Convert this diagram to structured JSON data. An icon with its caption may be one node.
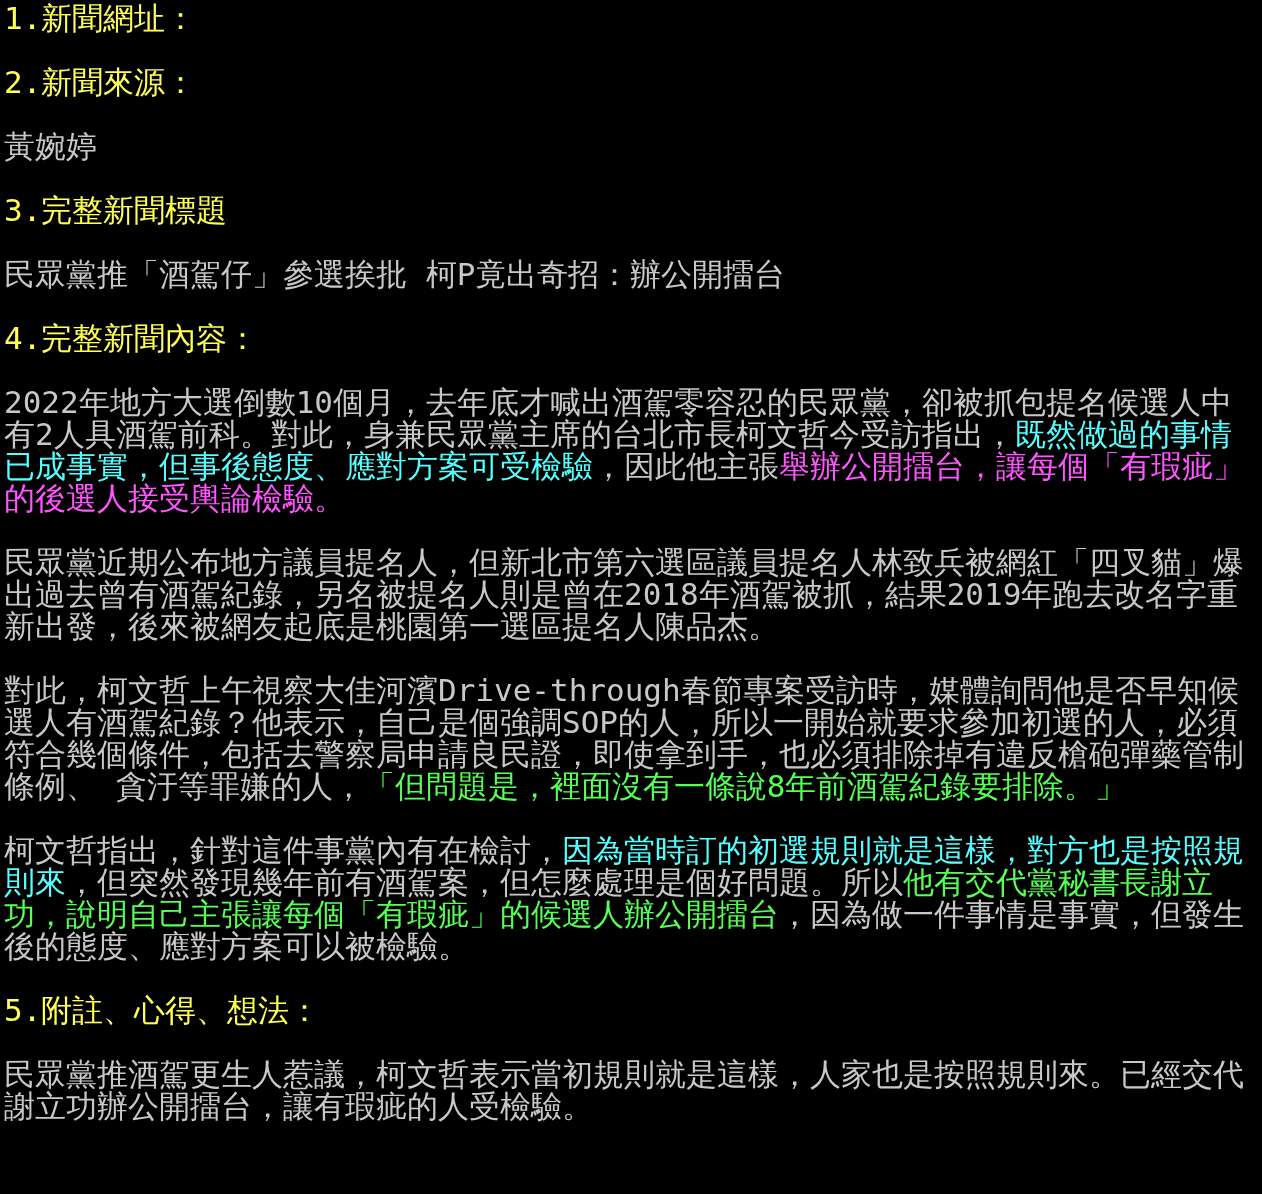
{
  "diagram": {
    "labels": [
      "1.新聞網址：",
      "2.新聞來源：",
      "黃婉婷",
      "3.完整新聞標題",
      "民眾黨推「酒駕仔」參選挨批 柯P竟出奇招：辦公開擂台",
      "4.完整新聞內容：",
      "2022年地方大選倒數10個月，去年底才喊出酒駕零容忍的民眾黨，卻被抓包提名候選人中有2人具酒駕前科。對此，身兼民眾黨主席的台北市長柯文哲今受訪指出，",
      "既然做過的事情已成事實，但事後態度、應對方案可受檢驗",
      "，因此他主張",
      "舉辦公開擂台，讓每個「有瑕疵」的後選人接受輿論檢驗。",
      "民眾黨近期公布地方議員提名人，但新北市第六選區議員提名人林致兵被網紅「四叉貓」爆出過去曾有酒駕紀錄，另名被提名人則是曾在2018年酒駕被抓，結果2019年跑去改名字重新出發，後來被網友起底是桃園第一選區提名人陳品杰。",
      "對此，柯文哲上午視察大佳河濱Drive-through春節專案受訪時，媒體詢問他是否早知候選人有酒駕紀錄？他表示，自己是個強調SOP的人，所以一開始就要求參加初選的人，必須符合幾個條件，包括去警察局申請良民證，即使拿到手，也必須排除掉有違反槍砲彈藥管制條例、 貪汙等罪嫌的人，",
      "「但問題是，裡面沒有一條說8年前酒駕紀錄要排除。」",
      "柯文哲指出，針對這件事黨內有在檢討，",
      "因為當時訂的初選規則就是這樣，對方也是按照規則來",
      "，但突然發現幾年前有酒駕案，但怎麼處理是個好問題。所以",
      "他有交代黨秘書長謝立功，說明自己主張讓每個「有瑕疵」的候選人辦公開擂台",
      "，因為做一件事情是事實，但發生後的態度、應對方案可以被檢驗。",
      "5.附註、心得、想法：",
      "民眾黨推酒駕更生人惹議，柯文哲表示當初規則就是這樣，人家也是按照規則來。已經交代謝立功辦公開擂台，讓有瑕疵的人受檢驗。"
    ]
  }
}
